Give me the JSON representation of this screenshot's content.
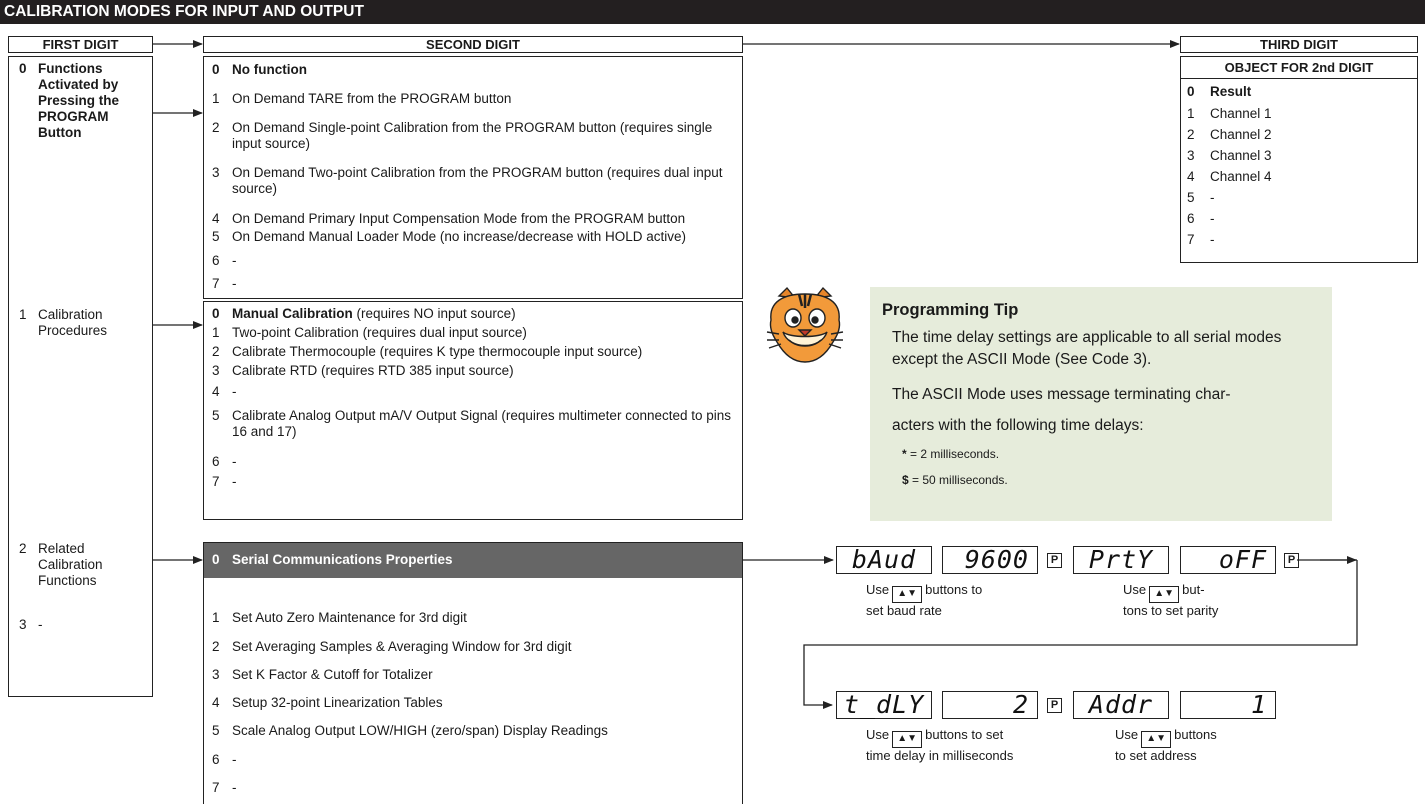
{
  "title": "CALIBRATION MODES FOR INPUT AND OUTPUT",
  "headers": {
    "first": "FIRST DIGIT",
    "second": "SECOND DIGIT",
    "third": "THIRD DIGIT",
    "object": "OBJECT FOR 2nd DIGIT"
  },
  "first_digit": [
    {
      "num": "0",
      "lines": [
        "Functions",
        "Activated by",
        "Pressing the",
        "PROGRAM",
        "Button"
      ]
    },
    {
      "num": "1",
      "lines": [
        "Calibration",
        "Procedures"
      ]
    },
    {
      "num": "2",
      "lines": [
        "Related",
        "Calibration",
        "Functions"
      ]
    },
    {
      "num": "3",
      "lines": [
        "-"
      ]
    }
  ],
  "group0": [
    {
      "n": "0",
      "t": "No function"
    },
    {
      "n": "1",
      "t": "On Demand TARE from the PROGRAM button"
    },
    {
      "n": "2",
      "t": "On Demand Single-point Calibration from the PROGRAM button (requires single input source)"
    },
    {
      "n": "3",
      "t": "On Demand Two-point Calibration from the PROGRAM button (requires dual input source)"
    },
    {
      "n": "4",
      "t": "On Demand Primary Input Compensation Mode from the PROGRAM button"
    },
    {
      "n": "5",
      "t": "On Demand Manual Loader Mode (no increase/decrease with HOLD active)"
    },
    {
      "n": "6",
      "t": "-"
    },
    {
      "n": "7",
      "t": "-"
    }
  ],
  "group1": [
    {
      "n": "0",
      "t": "Manual Calibration",
      "t2": " (requires NO input source)"
    },
    {
      "n": "1",
      "t": "Two-point Calibration (requires dual input source)"
    },
    {
      "n": "2",
      "t": "Calibrate Thermocouple (requires K type thermocouple input source)"
    },
    {
      "n": "3",
      "t": "Calibrate RTD (requires RTD 385 input source)"
    },
    {
      "n": "4",
      "t": "-"
    },
    {
      "n": "5",
      "t": "Calibrate Analog Output mA/V Output Signal (requires multimeter connected to pins 16 and 17)"
    },
    {
      "n": "6",
      "t": "-"
    },
    {
      "n": "7",
      "t": "-"
    }
  ],
  "group2": [
    {
      "n": "0",
      "t": "Serial Communications Properties"
    },
    {
      "n": "1",
      "t": "Set Auto Zero Maintenance for 3rd digit"
    },
    {
      "n": "2",
      "t": "Set Averaging Samples & Averaging Window for 3rd digit"
    },
    {
      "n": "3",
      "t": "Set K Factor & Cutoff for Totalizer"
    },
    {
      "n": "4",
      "t": "Setup 32-point Linearization Tables"
    },
    {
      "n": "5",
      "t": "Scale Analog Output LOW/HIGH (zero/span) Display Readings"
    },
    {
      "n": "6",
      "t": "-"
    },
    {
      "n": "7",
      "t": "-"
    }
  ],
  "third_digit": [
    {
      "n": "0",
      "t": "Result"
    },
    {
      "n": "1",
      "t": "Channel 1"
    },
    {
      "n": "2",
      "t": "Channel 2"
    },
    {
      "n": "3",
      "t": "Channel 3"
    },
    {
      "n": "4",
      "t": "Channel 4"
    },
    {
      "n": "5",
      "t": "-"
    },
    {
      "n": "6",
      "t": "-"
    },
    {
      "n": "7",
      "t": "-"
    }
  ],
  "tip": {
    "title": "Programming Tip",
    "p1": "The time delay settings are applicable to all serial modes except the ASCII Mode (See Code 3).",
    "p2a": "The ASCII Mode uses message terminating char-",
    "p2b": "acters with the following time delays:",
    "s1_sym": "*",
    "s1_txt": " = 2 milliseconds.",
    "s2_sym": "$",
    "s2_txt": " = 50 milliseconds."
  },
  "displays": {
    "baud_label": "bAud",
    "baud_value": "9600",
    "parity_label": "PrtY",
    "parity_value": "oFF",
    "delay_label": "t_dLY",
    "delay_value": "2",
    "addr_label": "Addr",
    "addr_value": "1",
    "p_key": "P",
    "updown_key": "▲▼"
  },
  "captions": {
    "baud_a": "Use",
    "baud_b": "buttons to",
    "baud_c": "set baud rate",
    "parity_a": "Use",
    "parity_b": "but-",
    "parity_c": "tons to set parity",
    "delay_a": "Use",
    "delay_b": "buttons to set",
    "delay_c": "time delay in milliseconds",
    "addr_a": "Use",
    "addr_b": "buttons",
    "addr_c": "to set address"
  }
}
